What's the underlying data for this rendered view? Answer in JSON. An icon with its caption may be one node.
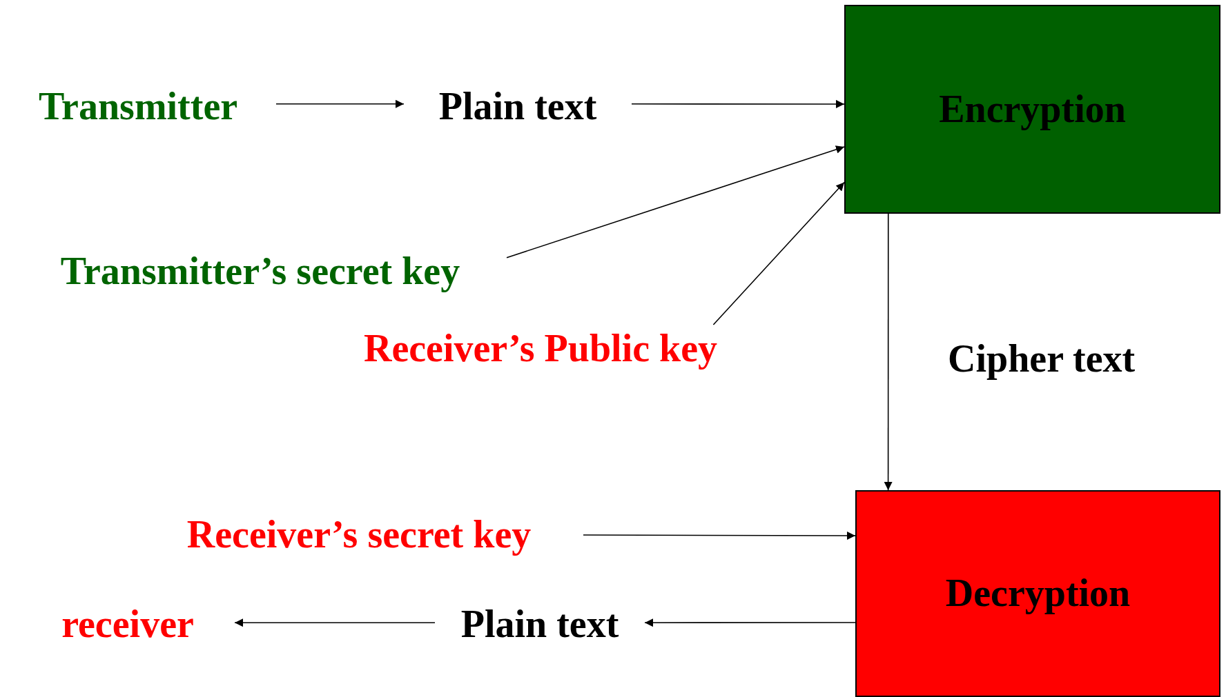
{
  "diagram": {
    "nodes": [
      {
        "text": [
          "Transmitter"
        ]
      },
      {
        "text": [
          "Plain text"
        ]
      },
      {
        "text": [
          "Encryption"
        ]
      },
      {
        "text": [
          "Transmitter’s secret key"
        ]
      },
      {
        "text": [
          "Receiver’s Public key"
        ]
      },
      {
        "text": [
          "Decryption"
        ]
      },
      {
        "text": [
          "Receiver’s secret key"
        ]
      },
      {
        "text": [
          "receiver"
        ]
      },
      {
        "text": [
          "Plain text"
        ]
      }
    ],
    "edges": [
      {
        "from": 0,
        "to": 1,
        "arrow": "to"
      },
      {
        "from": 1,
        "to": 2,
        "arrow": "to"
      },
      {
        "from": 3,
        "to": 2,
        "arrow": "to"
      },
      {
        "from": 4,
        "to": 2,
        "arrow": "to"
      },
      {
        "from": 2,
        "to": 5,
        "arrow": "to",
        "label": "Cipher text"
      },
      {
        "from": 6,
        "to": 5,
        "arrow": "to"
      },
      {
        "from": 5,
        "to": 8,
        "arrow": "to"
      },
      {
        "from": 8,
        "to": 7,
        "arrow": "to"
      }
    ]
  }
}
